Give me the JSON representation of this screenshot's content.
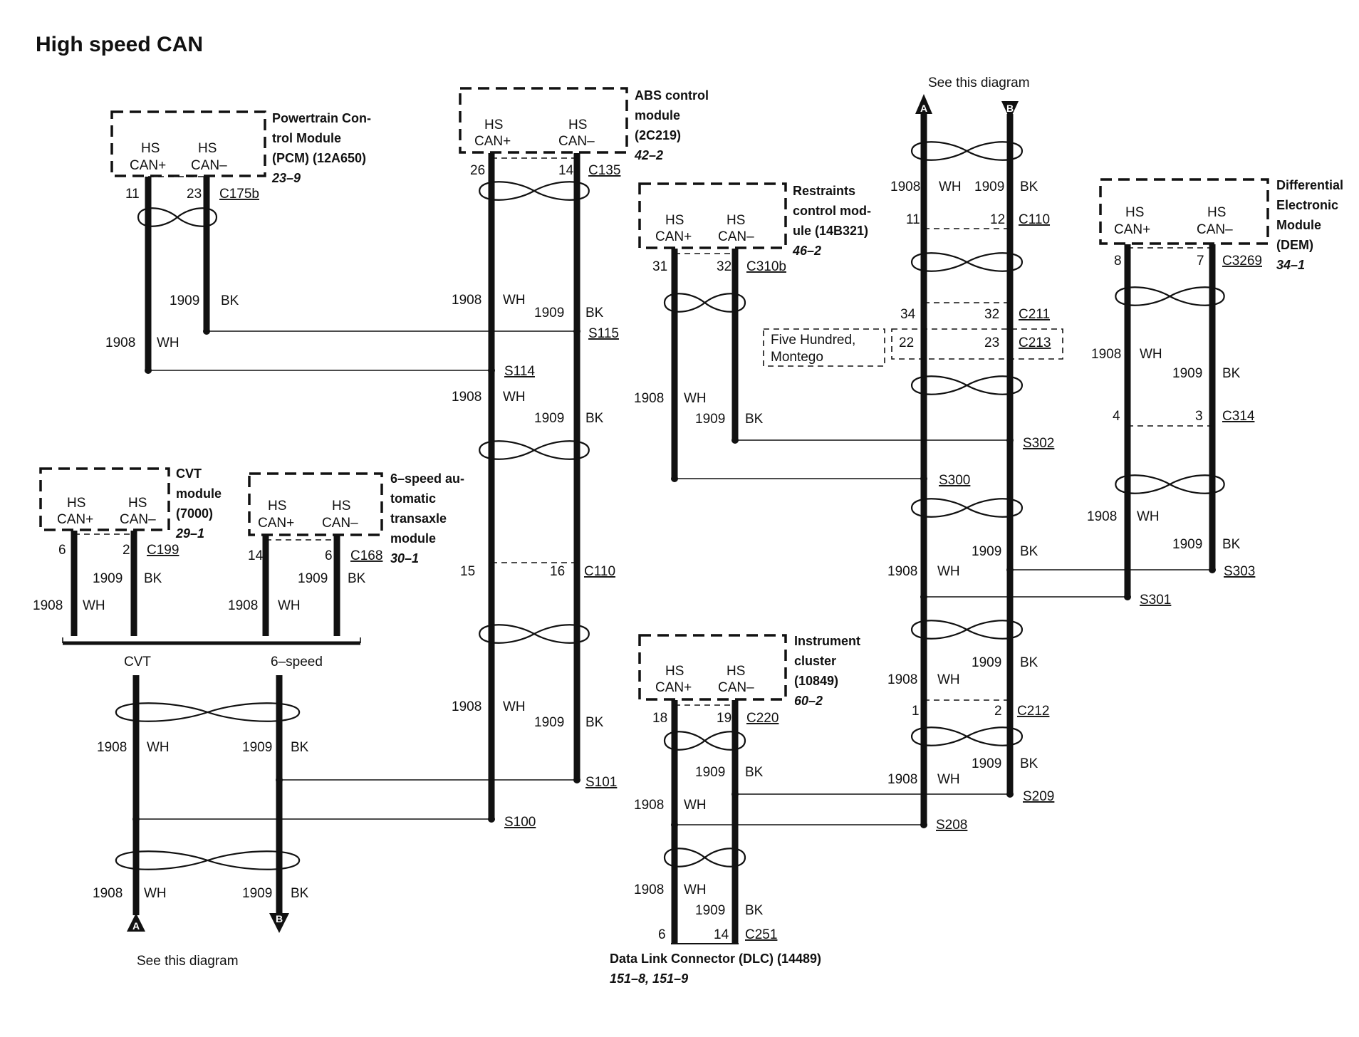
{
  "title": "High speed CAN",
  "see_this_diagram": "See this diagram",
  "colors": {
    "ink": "#111111",
    "background": "#ffffff"
  },
  "pin_labels": {
    "plus": "HS CAN+",
    "minus": "HS CAN–",
    "hs": "HS",
    "can_plus": "CAN+",
    "can_minus": "CAN–"
  },
  "wire_colors": {
    "wh": "WH",
    "bk": "BK"
  },
  "circuits": {
    "can_plus": "1908",
    "can_minus": "1909"
  },
  "modules": {
    "pcm": {
      "lines": [
        "Powertrain Con-",
        "trol Module",
        "(PCM) (12A650)"
      ],
      "ref": "23–9",
      "pins": [
        "11",
        "23"
      ],
      "connector": "C175b"
    },
    "abs": {
      "lines": [
        "ABS control",
        "module",
        "(2C219)"
      ],
      "ref": "42–2",
      "pins": [
        "26",
        "14"
      ],
      "connector": "C135"
    },
    "rcm": {
      "lines": [
        "Restraints",
        "control mod-",
        "ule (14B321)"
      ],
      "ref": "46–2",
      "pins": [
        "31",
        "32"
      ],
      "connector": "C310b"
    },
    "dem": {
      "lines": [
        "Differential",
        "Electronic",
        "Module",
        "(DEM)"
      ],
      "ref": "34–1",
      "pins": [
        "8",
        "7"
      ],
      "connector": "C3269"
    },
    "cvt": {
      "lines": [
        "CVT",
        "module",
        "(7000)"
      ],
      "ref": "29–1",
      "pins": [
        "6",
        "2"
      ],
      "connector": "C199"
    },
    "six_speed": {
      "lines": [
        "6–speed au-",
        "tomatic",
        "transaxle",
        "module"
      ],
      "ref": "30–1",
      "pins": [
        "14",
        "6"
      ],
      "connector": "C168"
    },
    "ic": {
      "lines": [
        "Instrument",
        "cluster",
        "(10849)"
      ],
      "ref": "60–2",
      "pins": [
        "18",
        "19"
      ],
      "connector": "C220"
    },
    "dlc": {
      "lines": [
        "Data Link Connector (DLC) (14489)"
      ],
      "ref": "151–8, 151–9",
      "pins": [
        "6",
        "14"
      ],
      "connector": "C251"
    }
  },
  "connectors": {
    "c110_abs": {
      "name": "C110",
      "pins": [
        "15",
        "16"
      ]
    },
    "c110_top": {
      "name": "C110",
      "pins": [
        "11",
        "12"
      ]
    },
    "c211": {
      "name": "C211",
      "pins": [
        "34",
        "32"
      ]
    },
    "c213": {
      "name": "C213",
      "pins": [
        "22",
        "23"
      ]
    },
    "c314": {
      "name": "C314",
      "pins": [
        "4",
        "3"
      ]
    },
    "c212": {
      "name": "C212",
      "pins": [
        "1",
        "2"
      ]
    }
  },
  "vehicle_note": [
    "Five Hundred,",
    "Montego"
  ],
  "splices": {
    "s115": "S115",
    "s114": "S114",
    "s101": "S101",
    "s100": "S100",
    "s302": "S302",
    "s300": "S300",
    "s303": "S303",
    "s301": "S301",
    "s209": "S209",
    "s208": "S208"
  },
  "branches": {
    "cvt": "CVT",
    "six_speed": "6–speed"
  },
  "arrows": {
    "a": "A",
    "b": "B"
  }
}
